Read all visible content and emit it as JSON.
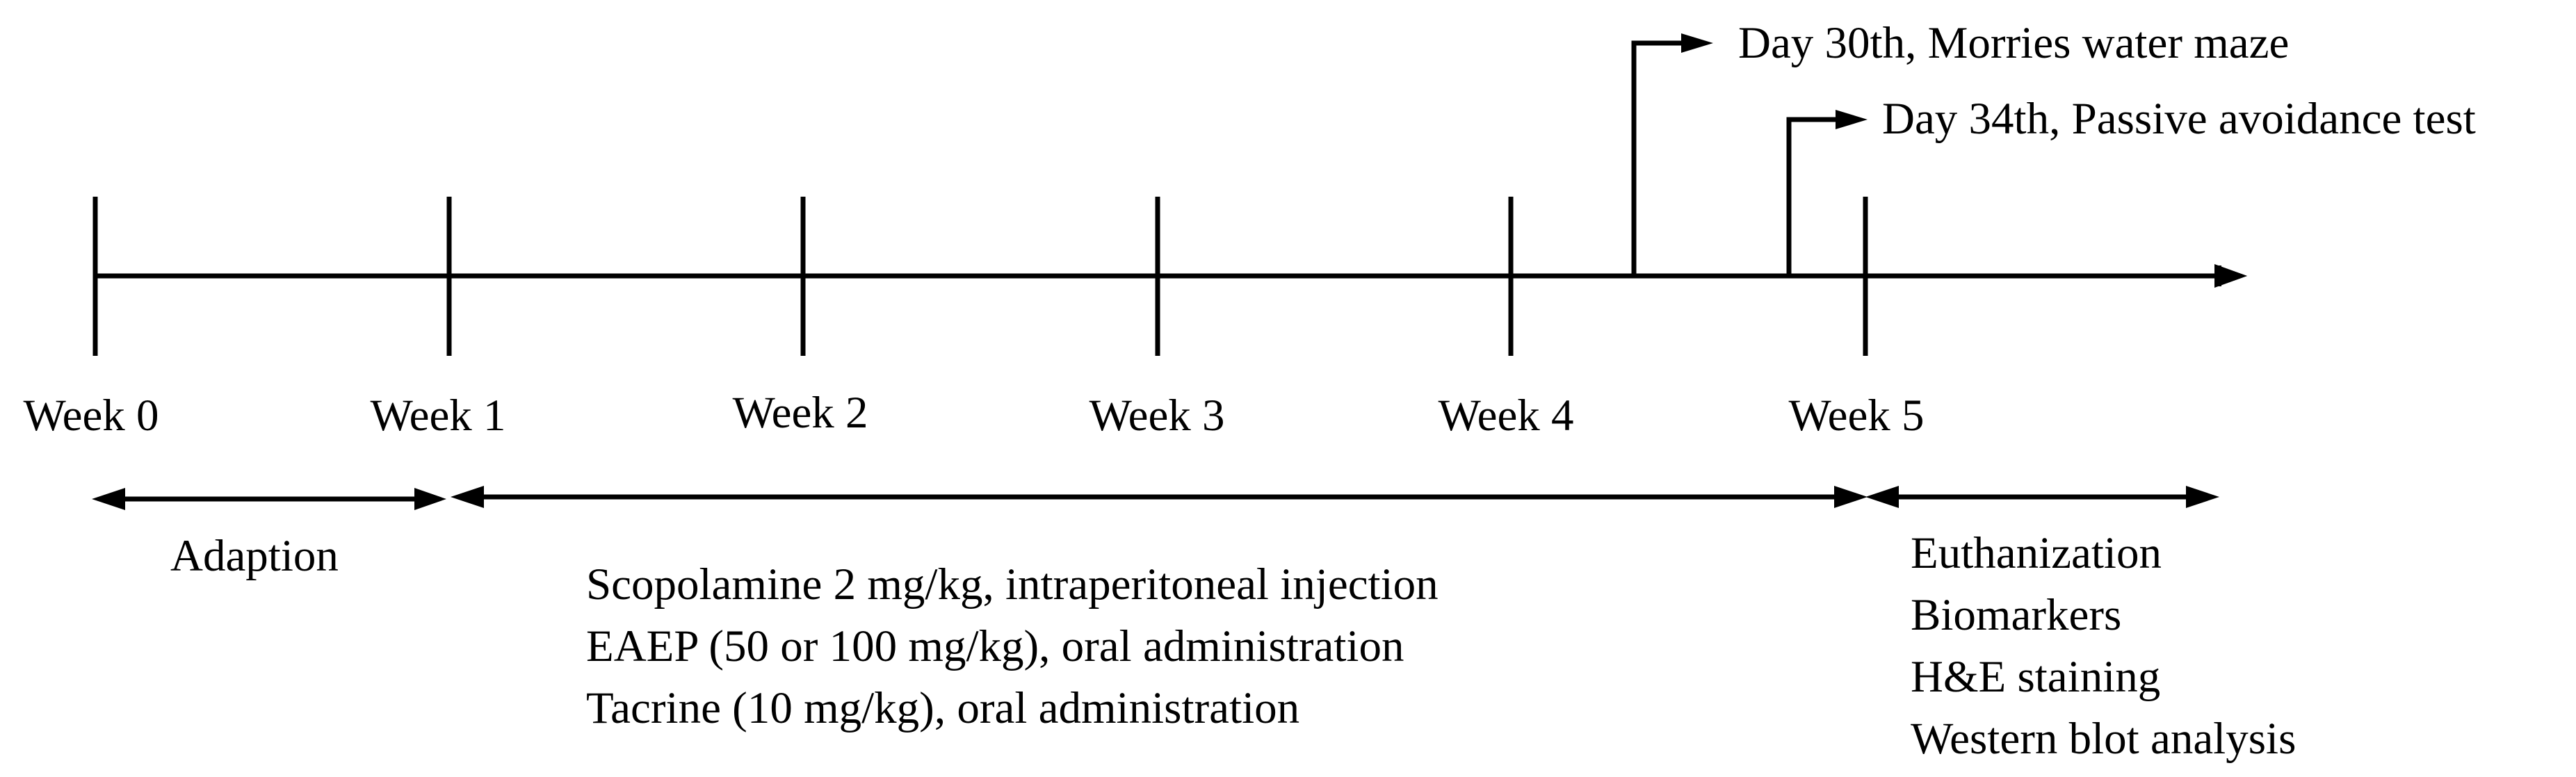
{
  "timeline": {
    "weeks": [
      "Week 0",
      "Week 1",
      "Week 2",
      "Week 3",
      "Week 4",
      "Week 5"
    ]
  },
  "events": {
    "day30": "Day 30th, Morries water maze",
    "day34": "Day 34th, Passive avoidance test"
  },
  "periods": {
    "adaption": "Adaption",
    "treatment": [
      "Scopolamine 2 mg/kg, intraperitoneal injection",
      "EAEP (50 or 100 mg/kg), oral administration",
      "Tacrine (10 mg/kg), oral administration"
    ],
    "final": [
      "Euthanization",
      "Biomarkers",
      "H&E staining",
      "Western blot analysis"
    ]
  },
  "colors": {
    "line": "#000000",
    "background": "#ffffff"
  }
}
